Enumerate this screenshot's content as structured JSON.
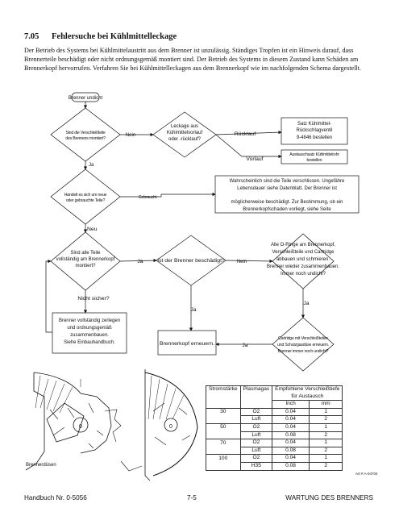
{
  "section": {
    "number": "7.05",
    "title": "Fehlersuche bei Kühlmittelleckage",
    "intro": "Der Betrieb des Systems bei Kühlmittelaustritt aus dem Brenner ist unzulässig. Ständiges Tropfen ist ein Hinweis darauf, dass Brennerteile beschädigt oder nicht ordnungsgemäß montiert sind. Der Betrieb des Systems in diesem Zustand kann Schäden am Brennerkopf hervorrufen. Verfahren Sie bei Kühlmittelleckagen aus dem Brennerkopf wie im nachfolgenden Schema dargestellt."
  },
  "flowchart": {
    "start": "Brenner undicht",
    "q1": [
      "Sind die Verschleißteile",
      "des Brenners montiert?"
    ],
    "q1_no": "Nein",
    "q1_yes": "Ja",
    "leak_q": [
      "Leckage aus",
      "Kühlmittelvorlauf",
      "oder -rücklauf?"
    ],
    "ruecklauf": "Rücklauf",
    "vorlauf": "Vorlauf",
    "valve_set": [
      "Satz Kühlmittel-",
      "Rückschlagventil",
      "9-4846 bestellen"
    ],
    "tube_set": [
      "Austauschsatz Kühlmittelrohr",
      "bestellen"
    ],
    "q2": [
      "Handelt es sich um neue",
      "oder gebrauchte Teile?"
    ],
    "q2_used": "Gebraucht",
    "worn_note": [
      "Wahrscheinlich sind die Teile verschlissen. Ungefähre",
      "Lebensdauer siehe Datenblatt. Der Brenner ist",
      "",
      "möglicherweise beschädigt. Zur Bestimmung, ob ein",
      "Brennerkopfschaden vorliegt, siehe Seite"
    ],
    "q2_new": "Neu",
    "q3": [
      "Sind alle Teile",
      "vollständig am Brennerkopf",
      "montiert?"
    ],
    "q3_yes": "Ja",
    "q4": "Ist der Brenner beschädigt?",
    "q4_no": "Nein",
    "orings": [
      "Alle O-Ringe am Brennerkopf,",
      "Verschleißteile und Cartridge",
      "abbauen und schmieren.",
      "Brenner wieder zusammenbauen.",
      "Immer noch undicht?"
    ],
    "not_sure": "Nicht sicher?",
    "disassemble": [
      "Brenner vollständig zerlegen",
      "und ordnungsgemäß",
      "zusammenbauen.",
      "Siehe Einbauhandbuch."
    ],
    "q4_yes": "Ja",
    "replace_head": "Brennerkopf erneuern.",
    "ja_bottom": "Ja",
    "orings_yes": "Ja",
    "cartridge": [
      "Cartridge mit Verschleißteilen",
      "und Schutzgasdüse erneuern.",
      "Brenner immer noch undicht?"
    ]
  },
  "illustration": {
    "label": "Brennerdüsen",
    "mark_left": "0",
    "mark_right": "0"
  },
  "wear_table": {
    "col_current": "Stromstärke",
    "col_gas": "Plasmagas",
    "col_depth": "Empfohlene Verschleißtiefe",
    "col_depth2": "für Austausch",
    "unit_in": "Inch",
    "unit_mm": "mm",
    "rows": [
      {
        "current": "30",
        "gas": "O2",
        "inch": "0.04",
        "mm": "1"
      },
      {
        "current": "",
        "gas": "Luft",
        "inch": "0.04",
        "mm": "2"
      },
      {
        "current": "50",
        "gas": "O2",
        "inch": "0.04",
        "mm": "1"
      },
      {
        "current": "",
        "gas": "Luft",
        "inch": "0.08",
        "mm": "2"
      },
      {
        "current": "70",
        "gas": "O2",
        "inch": "0.04",
        "mm": "1"
      },
      {
        "current": "",
        "gas": "Luft",
        "inch": "0.08",
        "mm": "2"
      },
      {
        "current": "100",
        "gas": "O2",
        "inch": "0.04",
        "mm": "1"
      },
      {
        "current": "",
        "gas": "H35",
        "inch": "0.08",
        "mm": "2"
      }
    ],
    "art_no": "Art # A-04704"
  },
  "footer": {
    "left": "Handbuch Nr. 0-5056",
    "center": "7-5",
    "right": "WARTUNG DES BRENNERS"
  }
}
